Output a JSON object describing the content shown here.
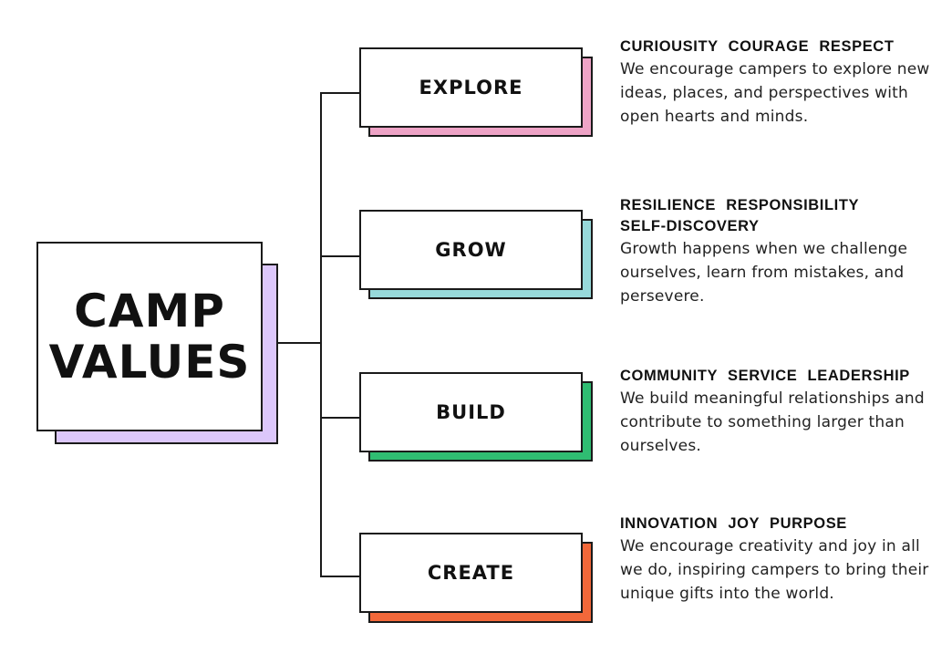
{
  "colors": {
    "main_shadow": "#dcc7fb",
    "explore": "#eea3c6",
    "grow": "#97d9da",
    "build": "#2fbd72",
    "create": "#f2683a",
    "outline": "#1a1a1a"
  },
  "title": {
    "line1": "CAMP",
    "line2": "VALUES"
  },
  "values": [
    {
      "label": "EXPLORE",
      "keywords": "CURIOUSITY  COURAGE  RESPECT",
      "description": "We encourage campers to explore new ideas, places, and perspectives with open hearts and minds."
    },
    {
      "label": "GROW",
      "keywords": "RESILIENCE  RESPONSIBILITY\nSELF-DISCOVERY",
      "description": "Growth happens when we challenge ourselves, learn from mistakes, and persevere."
    },
    {
      "label": "BUILD",
      "keywords": "COMMUNITY  SERVICE  LEADERSHIP",
      "description": "We build meaningful relationships and contribute to something larger than ourselves."
    },
    {
      "label": "CREATE",
      "keywords": "INNOVATION  JOY  PURPOSE",
      "description": "We encourage creativity and joy in all we do, inspiring campers to bring their unique gifts into the world."
    }
  ]
}
